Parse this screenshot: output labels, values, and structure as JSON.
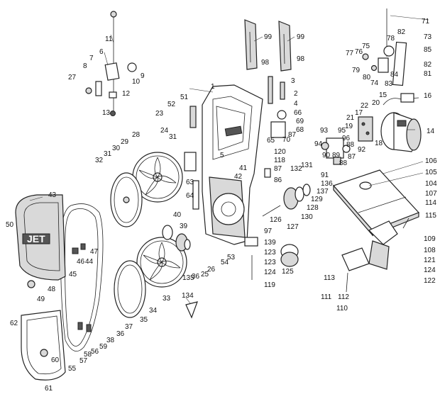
{
  "diagram": {
    "brand_logo": "JET",
    "callouts": [
      {
        "id": "c11",
        "text": "11"
      },
      {
        "id": "c6",
        "text": "6"
      },
      {
        "id": "c7",
        "text": "7"
      },
      {
        "id": "c8",
        "text": "8"
      },
      {
        "id": "c27",
        "text": "27"
      },
      {
        "id": "c9",
        "text": "9"
      },
      {
        "id": "c10",
        "text": "10"
      },
      {
        "id": "c12",
        "text": "12"
      },
      {
        "id": "c13",
        "text": "13"
      },
      {
        "id": "c99a",
        "text": "99"
      },
      {
        "id": "c99b",
        "text": "99"
      },
      {
        "id": "c98a",
        "text": "98"
      },
      {
        "id": "c98b",
        "text": "98"
      },
      {
        "id": "c71",
        "text": "71"
      },
      {
        "id": "c82a",
        "text": "82"
      },
      {
        "id": "c73",
        "text": "73"
      },
      {
        "id": "c78",
        "text": "78"
      },
      {
        "id": "c75",
        "text": "75"
      },
      {
        "id": "c76",
        "text": "76"
      },
      {
        "id": "c77",
        "text": "77"
      },
      {
        "id": "c85",
        "text": "85"
      },
      {
        "id": "c79",
        "text": "79"
      },
      {
        "id": "c80",
        "text": "80"
      },
      {
        "id": "c74",
        "text": "74"
      },
      {
        "id": "c83",
        "text": "83"
      },
      {
        "id": "c84",
        "text": "84"
      },
      {
        "id": "c82b",
        "text": "82"
      },
      {
        "id": "c81",
        "text": "81"
      },
      {
        "id": "c1",
        "text": "1"
      },
      {
        "id": "c51",
        "text": "51"
      },
      {
        "id": "c52",
        "text": "52"
      },
      {
        "id": "c3",
        "text": "3"
      },
      {
        "id": "c2",
        "text": "2"
      },
      {
        "id": "c4",
        "text": "4"
      },
      {
        "id": "c66",
        "text": "66"
      },
      {
        "id": "c69",
        "text": "69"
      },
      {
        "id": "c68",
        "text": "68"
      },
      {
        "id": "c65",
        "text": "65"
      },
      {
        "id": "c70",
        "text": "70"
      },
      {
        "id": "c87a",
        "text": "87"
      },
      {
        "id": "c15",
        "text": "15"
      },
      {
        "id": "c16",
        "text": "16"
      },
      {
        "id": "c20",
        "text": "20"
      },
      {
        "id": "c22",
        "text": "22"
      },
      {
        "id": "c17",
        "text": "17"
      },
      {
        "id": "c21",
        "text": "21"
      },
      {
        "id": "c19",
        "text": "19"
      },
      {
        "id": "c14",
        "text": "14"
      },
      {
        "id": "c18",
        "text": "18"
      },
      {
        "id": "c93",
        "text": "93"
      },
      {
        "id": "c95",
        "text": "95"
      },
      {
        "id": "c96",
        "text": "96"
      },
      {
        "id": "c94",
        "text": "94"
      },
      {
        "id": "c88a",
        "text": "88"
      },
      {
        "id": "c92",
        "text": "92"
      },
      {
        "id": "c90",
        "text": "90"
      },
      {
        "id": "c89",
        "text": "89"
      },
      {
        "id": "c87b",
        "text": "87"
      },
      {
        "id": "c88b",
        "text": "88"
      },
      {
        "id": "c23",
        "text": "23"
      },
      {
        "id": "c24",
        "text": "24"
      },
      {
        "id": "c28",
        "text": "28"
      },
      {
        "id": "c29",
        "text": "29"
      },
      {
        "id": "c30",
        "text": "30"
      },
      {
        "id": "c31a",
        "text": "31"
      },
      {
        "id": "c31b",
        "text": "31"
      },
      {
        "id": "c32",
        "text": "32"
      },
      {
        "id": "c5",
        "text": "5"
      },
      {
        "id": "c120",
        "text": "120"
      },
      {
        "id": "c118",
        "text": "118"
      },
      {
        "id": "c41",
        "text": "41"
      },
      {
        "id": "c42",
        "text": "42"
      },
      {
        "id": "c87c",
        "text": "87"
      },
      {
        "id": "c86",
        "text": "86"
      },
      {
        "id": "c132",
        "text": "132"
      },
      {
        "id": "c131",
        "text": "131"
      },
      {
        "id": "c91",
        "text": "91"
      },
      {
        "id": "c136",
        "text": "136"
      },
      {
        "id": "c137",
        "text": "137"
      },
      {
        "id": "c129",
        "text": "129"
      },
      {
        "id": "c128",
        "text": "128"
      },
      {
        "id": "c130",
        "text": "130"
      },
      {
        "id": "c127",
        "text": "127"
      },
      {
        "id": "c126",
        "text": "126"
      },
      {
        "id": "c106",
        "text": "106"
      },
      {
        "id": "c105",
        "text": "105"
      },
      {
        "id": "c104",
        "text": "104"
      },
      {
        "id": "c107",
        "text": "107"
      },
      {
        "id": "c114",
        "text": "114"
      },
      {
        "id": "c115",
        "text": "115"
      },
      {
        "id": "c109",
        "text": "109"
      },
      {
        "id": "c108",
        "text": "108"
      },
      {
        "id": "c121",
        "text": "121"
      },
      {
        "id": "c124a",
        "text": "124"
      },
      {
        "id": "c122",
        "text": "122"
      },
      {
        "id": "c43",
        "text": "43"
      },
      {
        "id": "c50",
        "text": "50"
      },
      {
        "id": "c47",
        "text": "47"
      },
      {
        "id": "c46",
        "text": "46"
      },
      {
        "id": "c44",
        "text": "44"
      },
      {
        "id": "c45",
        "text": "45"
      },
      {
        "id": "c48",
        "text": "48"
      },
      {
        "id": "c49",
        "text": "49"
      },
      {
        "id": "c63",
        "text": "63"
      },
      {
        "id": "c64",
        "text": "64"
      },
      {
        "id": "c40",
        "text": "40"
      },
      {
        "id": "c39",
        "text": "39"
      },
      {
        "id": "c36",
        "text": "36"
      },
      {
        "id": "c25",
        "text": "25"
      },
      {
        "id": "c26",
        "text": "26"
      },
      {
        "id": "c53",
        "text": "53"
      },
      {
        "id": "c54",
        "text": "54"
      },
      {
        "id": "c97",
        "text": "97"
      },
      {
        "id": "c139",
        "text": "139"
      },
      {
        "id": "c123a",
        "text": "123"
      },
      {
        "id": "c123b",
        "text": "123"
      },
      {
        "id": "c124b",
        "text": "124"
      },
      {
        "id": "c119",
        "text": "119"
      },
      {
        "id": "c125",
        "text": "125"
      },
      {
        "id": "c113",
        "text": "113"
      },
      {
        "id": "c111",
        "text": "111"
      },
      {
        "id": "c112",
        "text": "112"
      },
      {
        "id": "c110",
        "text": "110"
      },
      {
        "id": "c62",
        "text": "62"
      },
      {
        "id": "c135",
        "text": "135"
      },
      {
        "id": "c33",
        "text": "33"
      },
      {
        "id": "c134",
        "text": "134"
      },
      {
        "id": "c34",
        "text": "34"
      },
      {
        "id": "c35",
        "text": "35"
      },
      {
        "id": "c37",
        "text": "37"
      },
      {
        "id": "c36b",
        "text": "36"
      },
      {
        "id": "c38",
        "text": "38"
      },
      {
        "id": "c55",
        "text": "55"
      },
      {
        "id": "c57",
        "text": "57"
      },
      {
        "id": "c58",
        "text": "58"
      },
      {
        "id": "c56",
        "text": "56"
      },
      {
        "id": "c59",
        "text": "59"
      },
      {
        "id": "c60",
        "text": "60"
      },
      {
        "id": "c61",
        "text": "61"
      }
    ]
  }
}
